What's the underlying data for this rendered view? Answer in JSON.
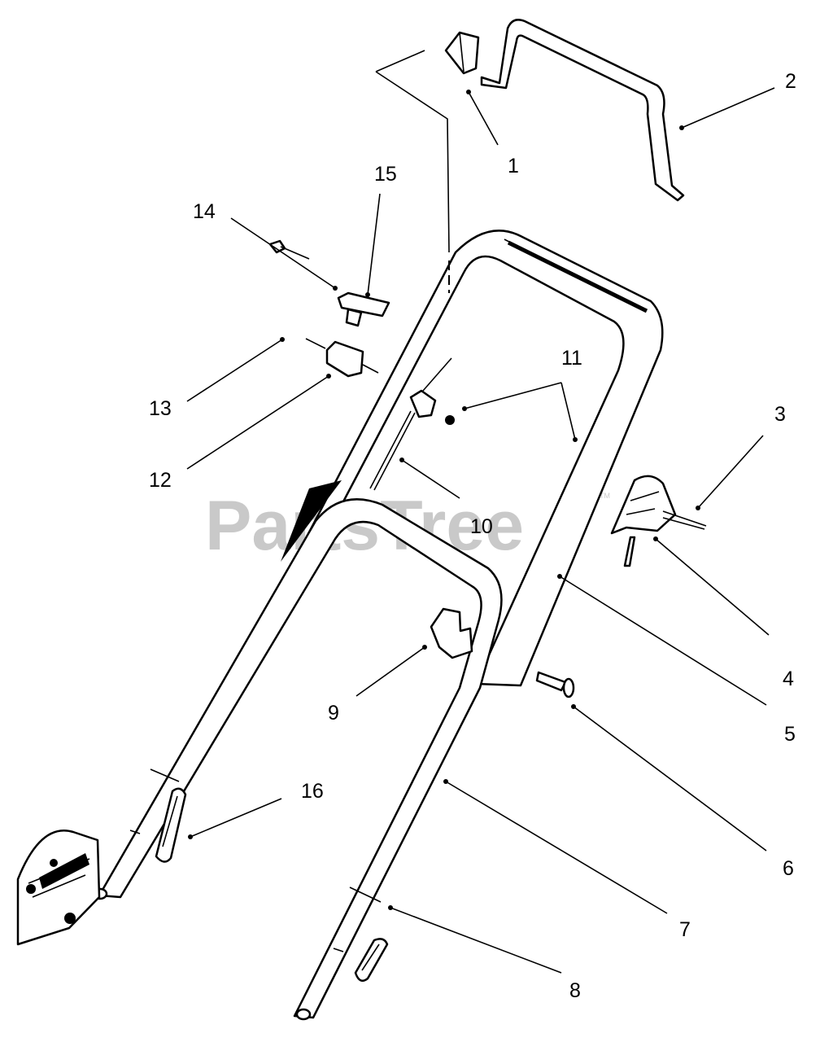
{
  "watermark": "PartsTree",
  "watermark_tm": "TM",
  "callouts": [
    {
      "id": "1",
      "label": "1"
    },
    {
      "id": "2",
      "label": "2"
    },
    {
      "id": "3",
      "label": "3"
    },
    {
      "id": "4",
      "label": "4"
    },
    {
      "id": "5",
      "label": "5"
    },
    {
      "id": "6",
      "label": "6"
    },
    {
      "id": "7",
      "label": "7"
    },
    {
      "id": "8",
      "label": "8"
    },
    {
      "id": "9",
      "label": "9"
    },
    {
      "id": "10",
      "label": "10"
    },
    {
      "id": "11",
      "label": "11"
    },
    {
      "id": "12",
      "label": "12"
    },
    {
      "id": "13",
      "label": "13"
    },
    {
      "id": "14",
      "label": "14"
    },
    {
      "id": "15",
      "label": "15"
    },
    {
      "id": "16",
      "label": "16"
    }
  ]
}
